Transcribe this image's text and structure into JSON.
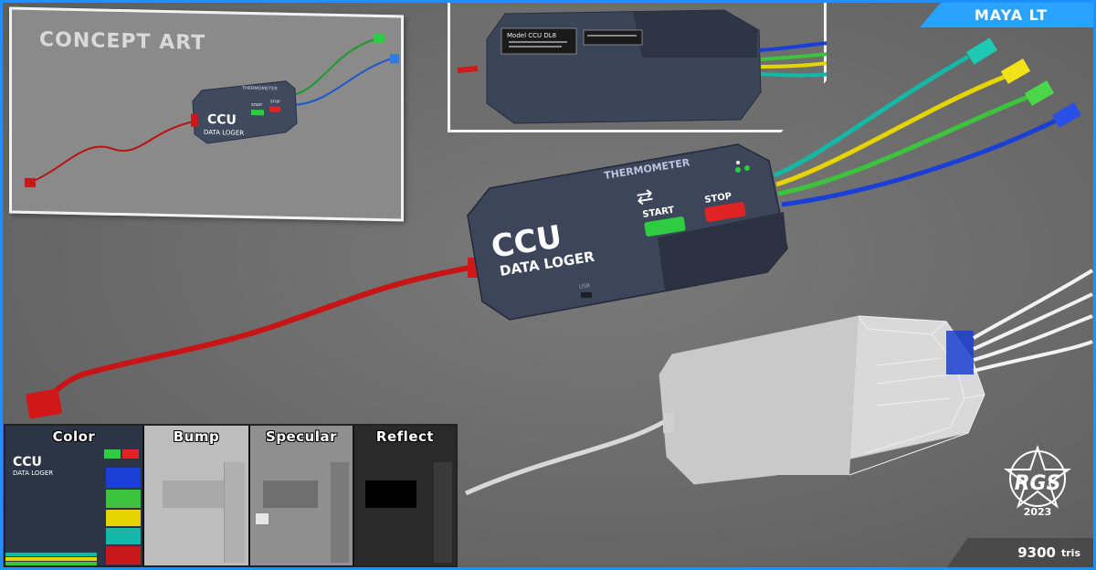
{
  "header": {
    "badge_label": "MAYA LT"
  },
  "concept": {
    "title": "CONCEPT ART",
    "device_brand": "CCU",
    "device_subtitle": "DATA LOGER",
    "device_header": "THERMOMETER",
    "start_label": "START",
    "stop_label": "STOP"
  },
  "device": {
    "brand": "CCU",
    "subtitle": "DATA LOGER",
    "header": "THERMOMETER",
    "start_label": "START",
    "stop_label": "STOP",
    "port_label": "USB",
    "start_arrows": "⇄"
  },
  "inset": {
    "plate_label": "Model CCU DL8"
  },
  "textures": [
    {
      "label": "Color"
    },
    {
      "label": "Bump"
    },
    {
      "label": "Specular"
    },
    {
      "label": "Reflect"
    }
  ],
  "texture_preview": {
    "brand": "CCU",
    "subtitle": "DATA LOGER"
  },
  "footer": {
    "tris_count": "9300",
    "tris_unit": "tris"
  },
  "logo": {
    "text": "RGS",
    "year": "2023"
  },
  "colors": {
    "frame": "#1e90ff",
    "badge": "#29a3ff",
    "start_button": "#2ecc40",
    "stop_button": "#e02424",
    "cable_red": "#d01818",
    "cable_teal": "#14b8a6",
    "cable_yellow": "#e5d400",
    "cable_green": "#3cc43c",
    "cable_blue": "#1a3fd6"
  }
}
